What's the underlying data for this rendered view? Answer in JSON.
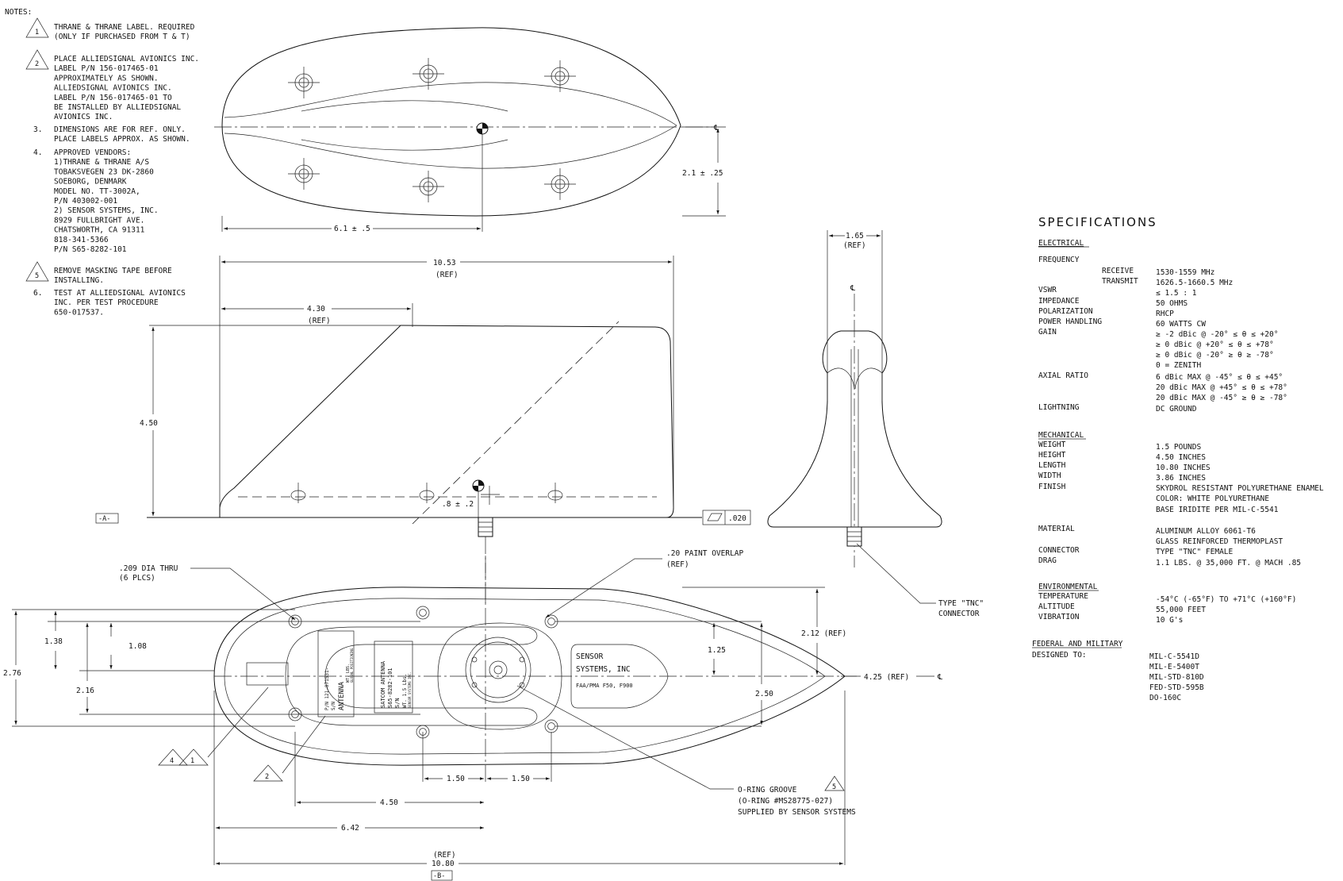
{
  "notes": {
    "header": "NOTES:",
    "items": [
      {
        "marker": "1",
        "style": "triangle",
        "lines": [
          "THRANE & THRANE LABEL.  REQUIRED",
          "(ONLY IF PURCHASED FROM T & T)"
        ]
      },
      {
        "marker": "2",
        "style": "triangle",
        "lines": [
          "PLACE ALLIEDSIGNAL AVIONICS INC.",
          "LABEL P/N 156-017465-01",
          "APPROXIMATELY AS SHOWN.",
          "ALLIEDSIGNAL AVIONICS INC.",
          "LABEL P/N 156-017465-01 TO",
          "BE INSTALLED BY ALLIEDSIGNAL",
          "AVIONICS INC."
        ]
      },
      {
        "marker": "3.",
        "style": "plain",
        "lines": [
          "DIMENSIONS ARE FOR REF. ONLY.",
          "PLACE LABELS APPROX. AS SHOWN."
        ]
      },
      {
        "marker": "4.",
        "style": "plain",
        "lines": [
          "APPROVED VENDORS:",
          "1)THRANE & THRANE A/S",
          "TOBAKSVEGEN 23 DK-2860",
          "SOEBORG, DENMARK",
          "MODEL NO. TT-3002A,",
          "P/N 403002-001",
          "2) SENSOR SYSTEMS, INC.",
          "8929 FULLBRIGHT AVE.",
          "CHATSWORTH, CA  91311",
          "818-341-5366",
          "P/N S65-8282-101"
        ]
      },
      {
        "marker": "5",
        "style": "triangle",
        "lines": [
          "REMOVE MASKING TAPE BEFORE",
          "INSTALLING."
        ]
      },
      {
        "marker": "6.",
        "style": "plain",
        "lines": [
          "TEST AT ALLIEDSIGNAL AVIONICS",
          "INC. PER TEST PROCEDURE",
          "650-017537."
        ]
      }
    ]
  },
  "specifications": {
    "title": "SPECIFICATIONS",
    "electrical_header": "ELECTRICAL",
    "frequency_label": "FREQUENCY",
    "receive_label": "RECEIVE",
    "receive_value": "1530-1559 MHz",
    "transmit_label": "TRANSMIT",
    "transmit_value": "1626.5-1660.5 MHz",
    "vswr_label": "VSWR",
    "vswr_value": "≤ 1.5 : 1",
    "impedance_label": "IMPEDANCE",
    "impedance_value": "50 OHMS",
    "polarization_label": "POLARIZATION",
    "polarization_value": "RHCP",
    "power_label": "POWER HANDLING",
    "power_value": "60 WATTS CW",
    "gain_label": "GAIN",
    "gain_values": [
      "≥ -2 dBic @ -20° ≤ θ ≤ +20°",
      "≥  0 dBic @ +20° ≤ θ ≤ +78°",
      "≥  0 dBic @ -20° ≥ θ ≥ -78°",
      "0  = ZENITH"
    ],
    "axial_label": "AXIAL RATIO",
    "axial_values": [
      " 6 dBic MAX @ -45° ≤ θ ≤ +45°",
      "20 dBic MAX @ +45° ≤ θ ≤ +78°",
      "20 dBic MAX @ -45° ≥ θ ≥ -78°"
    ],
    "lightning_label": "LIGHTNING",
    "lightning_value": "DC GROUND",
    "mechanical_header": "MECHANICAL",
    "weight_label": "WEIGHT",
    "weight_value": "1.5 POUNDS",
    "height_label": "HEIGHT",
    "height_value": "4.50 INCHES",
    "length_label": "LENGTH",
    "length_value": "10.80 INCHES",
    "width_label": "WIDTH",
    "width_value": "3.86 INCHES",
    "finish_label": "FINISH",
    "finish_values": [
      "SKYDROL RESISTANT POLYURETHANE ENAMEL",
      "COLOR:  WHITE POLYURETHANE",
      "BASE IRIDITE PER MIL-C-5541"
    ],
    "material_label": "MATERIAL",
    "material_values": [
      "ALUMINUM ALLOY 6061-T6",
      "GLASS REINFORCED THERMOPLAST"
    ],
    "connector_label": "CONNECTOR",
    "connector_value": "TYPE \"TNC\" FEMALE",
    "drag_label": "DRAG",
    "drag_value": "1.1 LBS. @ 35,000 FT. @ MACH .85",
    "environmental_header": "ENVIRONMENTAL",
    "temperature_label": "TEMPERATURE",
    "temperature_value": "-54°C (-65°F) TO +71°C (+160°F)",
    "altitude_label": "ALTITUDE",
    "altitude_value": "55,000 FEET",
    "vibration_label": "VIBRATION",
    "vibration_value": "10 G's",
    "federal_header": "FEDERAL AND MILITARY",
    "designed_label": "DESIGNED TO:",
    "designed_values": [
      "MIL-C-5541D",
      "MIL-E-5400T",
      "MIL-STD-810D",
      "FED-STD-595B",
      "DO-160C"
    ]
  },
  "dimensions": {
    "top_width": "6.1 ± .5",
    "top_half_height": "2.1 ± .25",
    "cl_symbol": "℄",
    "side_length": "10.53",
    "side_ref": "(REF)",
    "side_peak": "4.30",
    "side_height": "4.50",
    "cg_height": ".8 ± .2",
    "datum_a": "-A-",
    "flatness_value": ".020",
    "front_width": "1.65",
    "front_ref": "(REF)",
    "hole_callout": [
      ".209 DIA THRU",
      "(6 PLCS)"
    ],
    "paint_callout": [
      ".20 PAINT OVERLAP",
      "(REF)"
    ],
    "tnc_callout": [
      "TYPE \"TNC\"",
      "CONNECTOR"
    ],
    "dim_2_12": "2.12 (REF)",
    "dim_1_25": "1.25",
    "dim_2_50": "2.50",
    "dim_4_25": "4.25 (REF)",
    "dim_1_38": "1.38",
    "dim_1_08": "1.08",
    "dim_2_76": "2.76",
    "dim_2_16": "2.16",
    "dim_1_50_a": "1.50",
    "dim_1_50_b": "1.50",
    "dim_4_50": "4.50",
    "dim_6_42": "6.42",
    "dim_10_80": "10.80",
    "dim_10_80_ref": "(REF)",
    "datum_b": "-B-",
    "oring_callout": [
      "O-RING GROOVE",
      "(O-RING #MS28775-027)",
      "SUPPLIED BY SENSOR SYSTEMS"
    ],
    "oring_note": "5",
    "flag_4": "4",
    "flag_1": "1",
    "flag_2": "2"
  },
  "labels": {
    "antenna_label": [
      "ANTENNA",
      "P/N 121-071531-",
      "S/N"
    ],
    "antenna_small": [
      "WT. LBS.",
      "GLOBAL POSITIONING",
      "SYSTEM SPACECRAFT",
      "ANTENNA S/N"
    ],
    "satcom_label": [
      "SATCOM ANTENNA",
      "S65-8282-101",
      "S/N",
      "WT. 1.5 Lbs."
    ],
    "satcom_small": [
      "SENSOR SYSTEMS INC.",
      "CHATSWORTH, CA. U.S.A.",
      "DATE CODE"
    ],
    "sensor_plate": [
      "SENSOR",
      "SYSTEMS, INC"
    ],
    "fma": "FAA/PMA F50, F900"
  }
}
